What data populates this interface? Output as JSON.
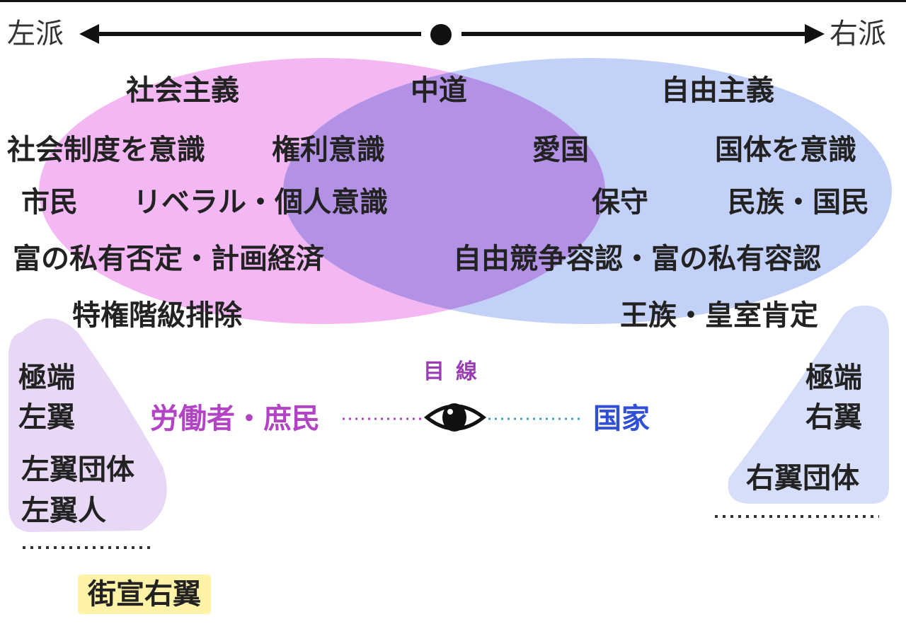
{
  "axis": {
    "left_label": "左派",
    "right_label": "右派"
  },
  "colors": {
    "left": "#f3b8f3",
    "right": "#c3d0f7",
    "overlap": "#b392e6",
    "left_extreme": "#e8d8f6",
    "right_extreme": "#d6def9",
    "worker_text": "#b243c4",
    "state_text": "#2f4fd6",
    "gaze_text": "#9a3db3",
    "street_highlight": "#fff3a8"
  },
  "center_label": "中道",
  "left_sphere": {
    "ideology": "社会主義",
    "items": [
      "社会制度を意識",
      "市民",
      "リベラル・個人意識",
      "富の私有否定・計画経済",
      "特権階級排除"
    ]
  },
  "right_sphere": {
    "ideology": "自由主義",
    "items": [
      "愛国",
      "国体を意識",
      "保守",
      "民族・国民",
      "自由競争容認・富の私有容認",
      "王族・皇室肯定"
    ]
  },
  "overlap_items": [
    "権利意識"
  ],
  "gaze": {
    "caption": "目線",
    "left": "労働者・庶民",
    "right": "国家"
  },
  "left_extreme": {
    "title_line1": "極端",
    "title_line2": "左翼",
    "group": "左翼団体",
    "person": "左翼人"
  },
  "right_extreme": {
    "title_line1": "極端",
    "title_line2": "右翼",
    "group": "右翼団体"
  },
  "street_right": "街宣右翼"
}
